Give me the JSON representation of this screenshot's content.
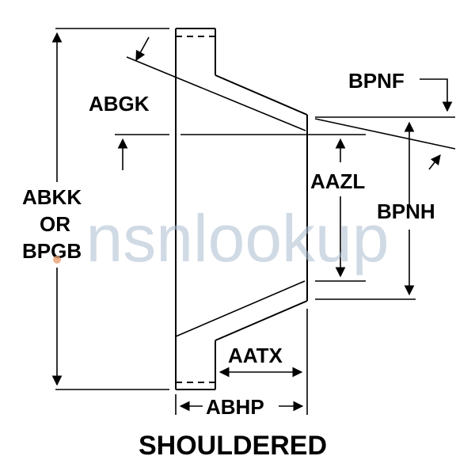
{
  "labels": {
    "abgk": "ABGK",
    "bpnf": "BPNF",
    "aazl": "AAZL",
    "bpnh": "BPNH",
    "abkk": "ABKK",
    "or": "OR",
    "bpgb": "BPGB",
    "aatx": "AATX",
    "abhp": "ABHP"
  },
  "caption": "SHOULDERED",
  "watermark": "nsnlookup",
  "colors": {
    "ink": "#000000",
    "watermark": "#aabbd0",
    "watermark_dot": "#e8a070"
  }
}
